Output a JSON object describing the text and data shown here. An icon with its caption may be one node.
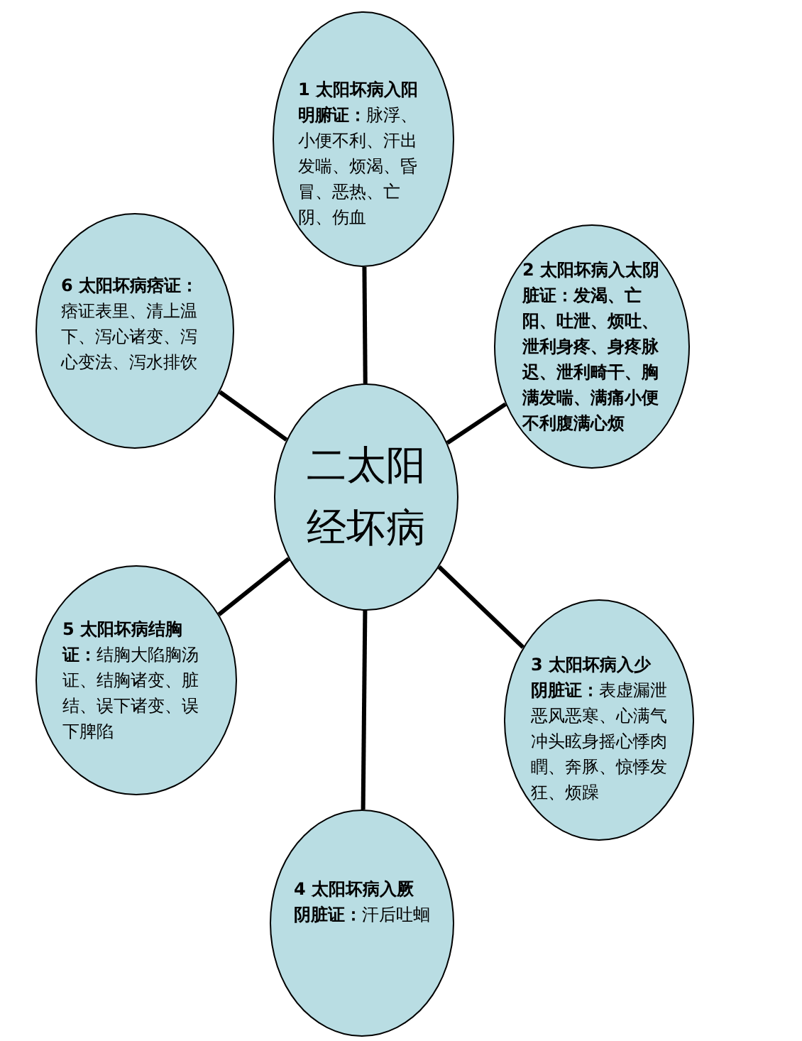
{
  "diagram": {
    "nodes": [
      {
        "text": [
          "二太阳经坏病"
        ]
      },
      {
        "text": [
          "**1 太阳坏病入阳明腑证：**脉浮、小便不利、汗出发喘、烦渴、昏冒、恶热、亡阴、伤血"
        ]
      },
      {
        "text": [
          "**2 太阳坏病入太阴脏证：发渴、亡阳、吐泄、烦吐、泄利身疼、身疼脉迟、泄利畸干、胸满发喘、满痛小便不利腹满心烦**"
        ]
      },
      {
        "text": [
          "**3 太阳坏病入少阴脏证：**表虚漏泄恶风恶寒、心满气冲头眩身摇心悸肉瞤、奔豚、惊悸发狂、烦躁"
        ]
      },
      {
        "text": [
          "**4 太阳坏病入厥阴脏证：**汗后吐蛔"
        ]
      },
      {
        "text": [
          "**5 太阳坏病结胸证：**结胸大陷胸汤证、结胸诸变、脏结、误下诸变、误下脾陷"
        ]
      },
      {
        "text": [
          "**6 太阳坏病痞证：**痞证表里、清上温下、泻心诸变、泻心变法、泻水排饮"
        ]
      }
    ],
    "edges": [
      {
        "from": 0,
        "to": 1,
        "arrow": "none"
      },
      {
        "from": 0,
        "to": 2,
        "arrow": "none"
      },
      {
        "from": 0,
        "to": 3,
        "arrow": "none"
      },
      {
        "from": 0,
        "to": 4,
        "arrow": "none"
      },
      {
        "from": 0,
        "to": 5,
        "arrow": "none"
      },
      {
        "from": 0,
        "to": 6,
        "arrow": "none"
      }
    ]
  }
}
